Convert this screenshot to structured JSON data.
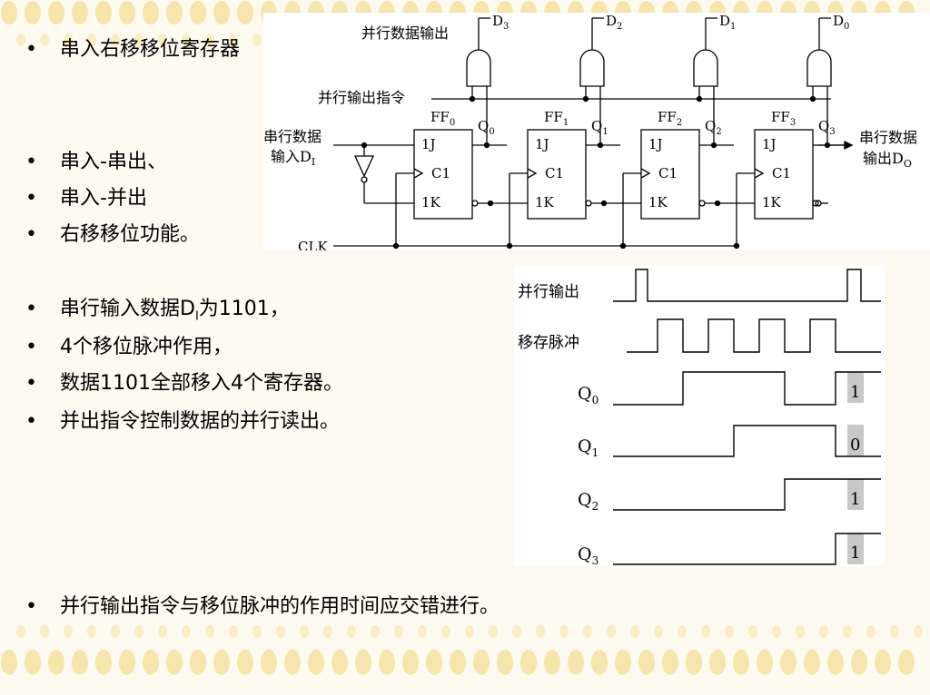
{
  "bullets": [
    {
      "text": "串入右移移位寄存器"
    },
    {
      "text": "串入-串出、"
    },
    {
      "text": "串入-并出"
    },
    {
      "text": "右移移位功能。"
    },
    {
      "text": "串行输入数据D",
      "sub": "I",
      "rest": "为1101，"
    },
    {
      "text": "4个移位脉冲作用，"
    },
    {
      "text": "数据1101全部移入4个寄存器。"
    },
    {
      "text": "并出指令控制数据的并行读出。"
    },
    {
      "text": "并行输出指令与移位脉冲的作用时间应交错进行。"
    }
  ],
  "circuit": {
    "parallel_out_label": "并行数据输出",
    "parallel_cmd_label": "并行输出指令",
    "serial_in_label1": "串行数据",
    "serial_in_label2": "输入D",
    "serial_in_sub": "I",
    "serial_out_label1": "串行数据",
    "serial_out_label2": "输出D",
    "serial_out_sub": "O",
    "clk_label": "CLK",
    "d_outputs": [
      "D",
      "D",
      "D",
      "D"
    ],
    "d_subs": [
      "3",
      "2",
      "1",
      "0"
    ],
    "ff_prefix": "FF",
    "ff_subs": [
      "0",
      "1",
      "2",
      "3"
    ],
    "q_prefix": "Q",
    "q_subs": [
      "0",
      "1",
      "2",
      "3"
    ],
    "pin_j": "1J",
    "pin_c": "C1",
    "pin_k": "1K"
  },
  "timing": {
    "rows": [
      {
        "label": "并行输出"
      },
      {
        "label": "移存脉冲"
      },
      {
        "label": "Q",
        "sub": "0",
        "value": "1"
      },
      {
        "label": "Q",
        "sub": "1",
        "value": "0"
      },
      {
        "label": "Q",
        "sub": "2",
        "value": "1"
      },
      {
        "label": "Q",
        "sub": "3",
        "value": "1"
      }
    ]
  },
  "colors": {
    "background": "#fffaf0",
    "dots": "#f6e2a6",
    "highlight": "#c8c8c8"
  }
}
